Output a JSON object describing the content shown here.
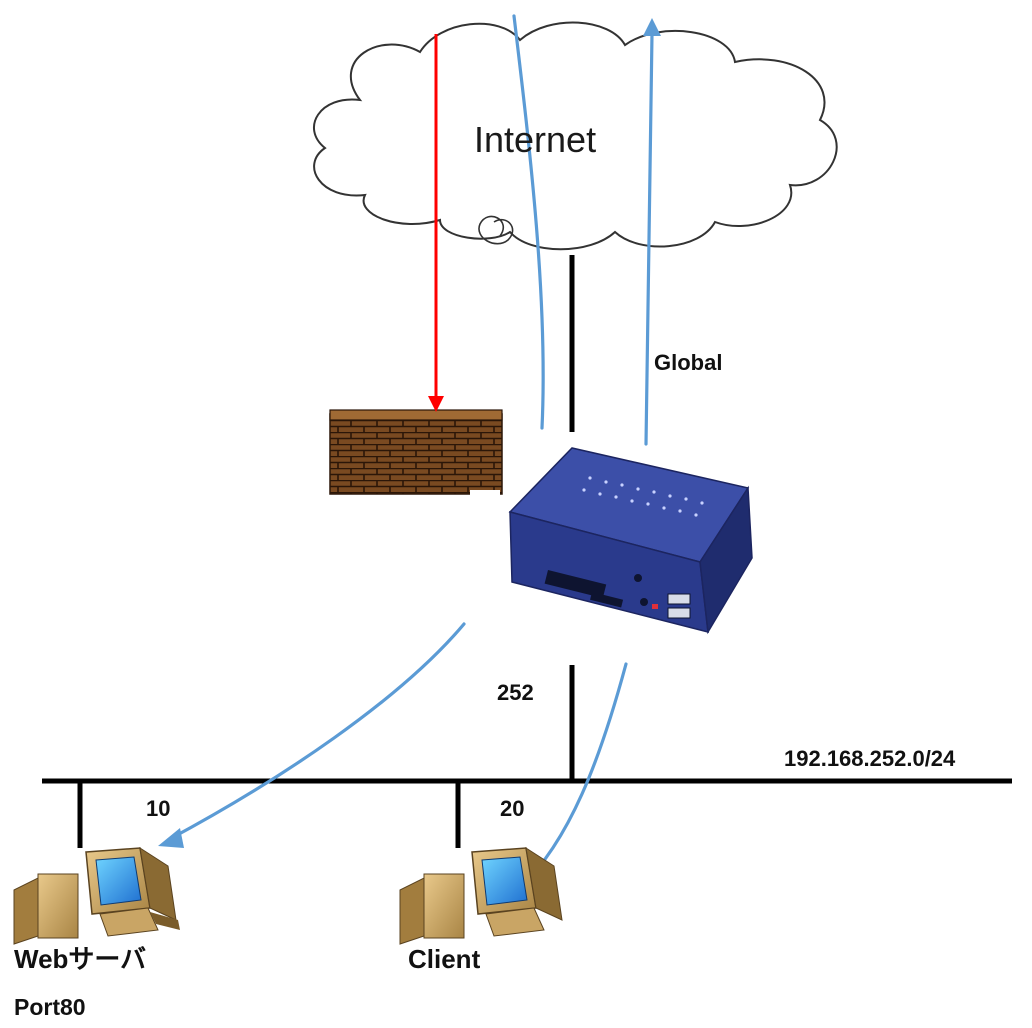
{
  "labels": {
    "internet": "Internet",
    "global": "Global",
    "router_host": "252",
    "subnet": "192.168.252.0/24",
    "webserver_host": "10",
    "client_host": "20",
    "webserver_name": "Webサーバ",
    "client_name": "Client",
    "webserver_port": "Port80"
  },
  "colors": {
    "blocked_flow": "#ff0000",
    "allowed_flow": "#5b9bd5",
    "network_line": "#000000",
    "firewall_brick": "#7a4a21",
    "router_body": "#2a3a8c"
  },
  "icons": {
    "cloud": "cloud-icon",
    "firewall": "firewall-icon",
    "router": "router-icon",
    "webserver": "computer-icon",
    "client": "computer-icon"
  }
}
